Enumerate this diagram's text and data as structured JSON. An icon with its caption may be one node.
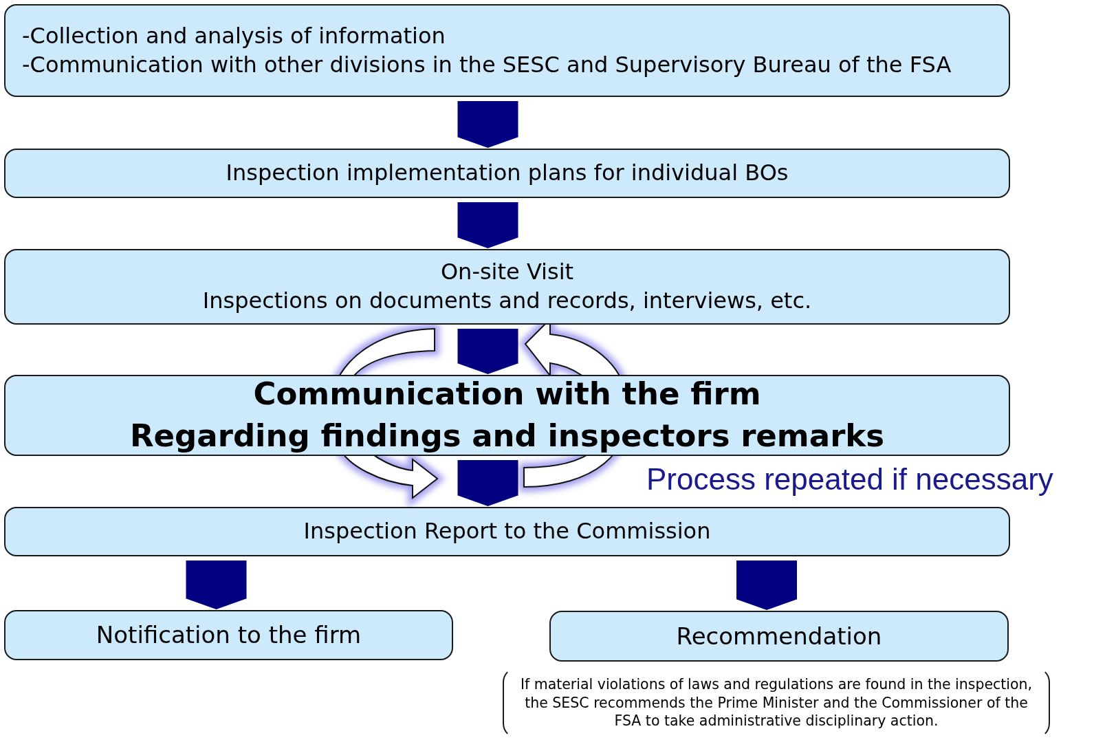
{
  "diagram": {
    "nodes": [
      {
        "text": [
          "-Collection and analysis of information",
          "-Communication with other divisions in the SESC and Supervisory Bureau of the FSA"
        ]
      },
      {
        "text": [
          "Inspection implementation plans for individual BOs"
        ]
      },
      {
        "text": [
          "On-site Visit",
          "Inspections on documents and records, interviews, etc."
        ]
      },
      {
        "text": [
          "Communication with the firm",
          "Regarding findings and inspectors remarks"
        ]
      },
      {
        "text": [
          "Inspection Report to the Commission"
        ]
      },
      {
        "text": [
          "Notification to the firm"
        ]
      },
      {
        "text": [
          "Recommendation"
        ]
      },
      {
        "text": [
          "If material violations of laws and regulations are found in the inspection, the SESC recommends the Prime Minister and the Commissioner of the FSA to take administrative disciplinary action."
        ]
      }
    ],
    "edges": [
      {
        "from": 0,
        "to": 1,
        "arrow": "to"
      },
      {
        "from": 1,
        "to": 2,
        "arrow": "to"
      },
      {
        "from": 2,
        "to": 3,
        "arrow": "to"
      },
      {
        "from": 3,
        "to": 4,
        "arrow": "to"
      },
      {
        "from": 4,
        "to": 5,
        "arrow": "to"
      },
      {
        "from": 4,
        "to": 6,
        "arrow": "to"
      }
    ],
    "labels": [
      "Process repeated if necessary"
    ]
  }
}
